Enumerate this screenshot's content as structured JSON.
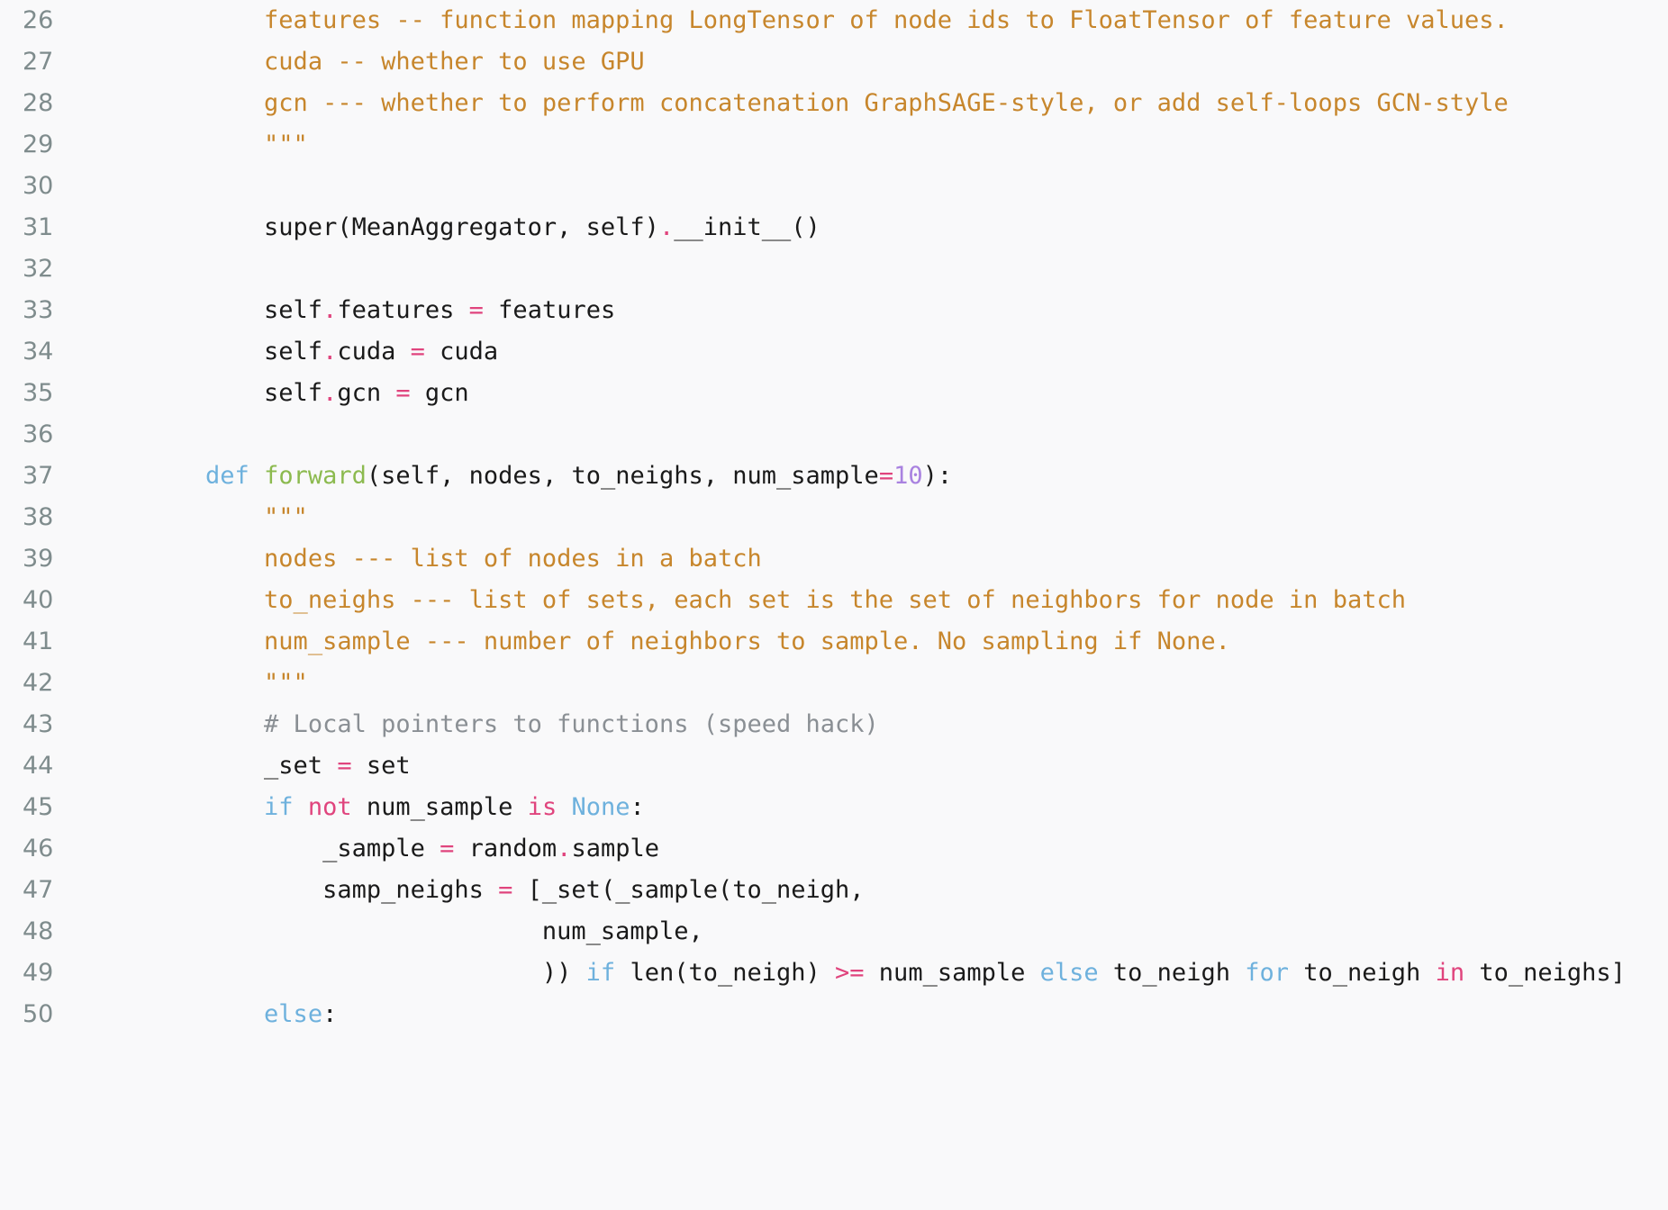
{
  "editor": {
    "background_color": "#f9f9fa",
    "gutter_color": "#7f8c8d",
    "language": "python",
    "first_line_number": 26,
    "last_line_number": 50,
    "palette": {
      "plain": "#1a1a1a",
      "docstring": "#c7862c",
      "comment": "#8a8f94",
      "keyword": "#6eb1dd",
      "operator": "#e0447d",
      "function": "#8cba4f",
      "number": "#a982e0"
    },
    "lines": [
      {
        "number": "26",
        "tokens": [
          {
            "t": "plain",
            "s": "        "
          },
          {
            "t": "doc",
            "s": "features -- function mapping LongTensor of node ids to FloatTensor of feature values."
          }
        ]
      },
      {
        "number": "27",
        "tokens": [
          {
            "t": "plain",
            "s": "        "
          },
          {
            "t": "doc",
            "s": "cuda -- whether to use GPU"
          }
        ]
      },
      {
        "number": "28",
        "tokens": [
          {
            "t": "plain",
            "s": "        "
          },
          {
            "t": "doc",
            "s": "gcn --- whether to perform concatenation GraphSAGE-style, or add self-loops GCN-style"
          }
        ]
      },
      {
        "number": "29",
        "tokens": [
          {
            "t": "plain",
            "s": "        "
          },
          {
            "t": "doc",
            "s": "\"\"\""
          }
        ]
      },
      {
        "number": "30",
        "tokens": []
      },
      {
        "number": "31",
        "tokens": [
          {
            "t": "plain",
            "s": "        super(MeanAggregator, self)"
          },
          {
            "t": "op",
            "s": "."
          },
          {
            "t": "plain",
            "s": "__init__()"
          }
        ]
      },
      {
        "number": "32",
        "tokens": []
      },
      {
        "number": "33",
        "tokens": [
          {
            "t": "plain",
            "s": "        self"
          },
          {
            "t": "op",
            "s": "."
          },
          {
            "t": "plain",
            "s": "features "
          },
          {
            "t": "op",
            "s": "="
          },
          {
            "t": "plain",
            "s": " features"
          }
        ]
      },
      {
        "number": "34",
        "tokens": [
          {
            "t": "plain",
            "s": "        self"
          },
          {
            "t": "op",
            "s": "."
          },
          {
            "t": "plain",
            "s": "cuda "
          },
          {
            "t": "op",
            "s": "="
          },
          {
            "t": "plain",
            "s": " cuda"
          }
        ]
      },
      {
        "number": "35",
        "tokens": [
          {
            "t": "plain",
            "s": "        self"
          },
          {
            "t": "op",
            "s": "."
          },
          {
            "t": "plain",
            "s": "gcn "
          },
          {
            "t": "op",
            "s": "="
          },
          {
            "t": "plain",
            "s": " gcn"
          }
        ]
      },
      {
        "number": "36",
        "tokens": []
      },
      {
        "number": "37",
        "tokens": [
          {
            "t": "plain",
            "s": "    "
          },
          {
            "t": "keyword",
            "s": "def"
          },
          {
            "t": "plain",
            "s": " "
          },
          {
            "t": "func",
            "s": "forward"
          },
          {
            "t": "plain",
            "s": "(self, nodes, to_neighs, num_sample"
          },
          {
            "t": "op",
            "s": "="
          },
          {
            "t": "num",
            "s": "10"
          },
          {
            "t": "plain",
            "s": "):"
          }
        ]
      },
      {
        "number": "38",
        "tokens": [
          {
            "t": "plain",
            "s": "        "
          },
          {
            "t": "doc",
            "s": "\"\"\""
          }
        ]
      },
      {
        "number": "39",
        "tokens": [
          {
            "t": "plain",
            "s": "        "
          },
          {
            "t": "doc",
            "s": "nodes --- list of nodes in a batch"
          }
        ]
      },
      {
        "number": "40",
        "tokens": [
          {
            "t": "plain",
            "s": "        "
          },
          {
            "t": "doc",
            "s": "to_neighs --- list of sets, each set is the set of neighbors for node in batch"
          }
        ]
      },
      {
        "number": "41",
        "tokens": [
          {
            "t": "plain",
            "s": "        "
          },
          {
            "t": "doc",
            "s": "num_sample --- number of neighbors to sample. No sampling if None."
          }
        ]
      },
      {
        "number": "42",
        "tokens": [
          {
            "t": "plain",
            "s": "        "
          },
          {
            "t": "doc",
            "s": "\"\"\""
          }
        ]
      },
      {
        "number": "43",
        "tokens": [
          {
            "t": "plain",
            "s": "        "
          },
          {
            "t": "comment",
            "s": "# Local pointers to functions (speed hack)"
          }
        ]
      },
      {
        "number": "44",
        "tokens": [
          {
            "t": "plain",
            "s": "        _set "
          },
          {
            "t": "op",
            "s": "="
          },
          {
            "t": "builtin",
            "s": " set"
          }
        ]
      },
      {
        "number": "45",
        "tokens": [
          {
            "t": "plain",
            "s": "        "
          },
          {
            "t": "keyword",
            "s": "if"
          },
          {
            "t": "plain",
            "s": " "
          },
          {
            "t": "op",
            "s": "not"
          },
          {
            "t": "plain",
            "s": " num_sample "
          },
          {
            "t": "op",
            "s": "is"
          },
          {
            "t": "plain",
            "s": " "
          },
          {
            "t": "keyword",
            "s": "None"
          },
          {
            "t": "plain",
            "s": ":"
          }
        ]
      },
      {
        "number": "46",
        "tokens": [
          {
            "t": "plain",
            "s": "            _sample "
          },
          {
            "t": "op",
            "s": "="
          },
          {
            "t": "plain",
            "s": " random"
          },
          {
            "t": "op",
            "s": "."
          },
          {
            "t": "plain",
            "s": "sample"
          }
        ]
      },
      {
        "number": "47",
        "tokens": [
          {
            "t": "plain",
            "s": "            samp_neighs "
          },
          {
            "t": "op",
            "s": "="
          },
          {
            "t": "plain",
            "s": " [_set(_sample(to_neigh,"
          }
        ]
      },
      {
        "number": "48",
        "tokens": [
          {
            "t": "plain",
            "s": "                           num_sample,"
          }
        ]
      },
      {
        "number": "49",
        "tokens": [
          {
            "t": "plain",
            "s": "                           )) "
          },
          {
            "t": "keyword",
            "s": "if"
          },
          {
            "t": "plain",
            "s": " len(to_neigh) "
          },
          {
            "t": "op",
            "s": ">="
          },
          {
            "t": "plain",
            "s": " num_sample "
          },
          {
            "t": "keyword",
            "s": "else"
          },
          {
            "t": "plain",
            "s": " to_neigh "
          },
          {
            "t": "keyword",
            "s": "for"
          },
          {
            "t": "plain",
            "s": " to_neigh "
          },
          {
            "t": "op",
            "s": "in"
          },
          {
            "t": "plain",
            "s": " to_neighs]"
          }
        ]
      },
      {
        "number": "50",
        "tokens": [
          {
            "t": "plain",
            "s": "        "
          },
          {
            "t": "keyword",
            "s": "else"
          },
          {
            "t": "plain",
            "s": ":"
          }
        ]
      }
    ]
  }
}
